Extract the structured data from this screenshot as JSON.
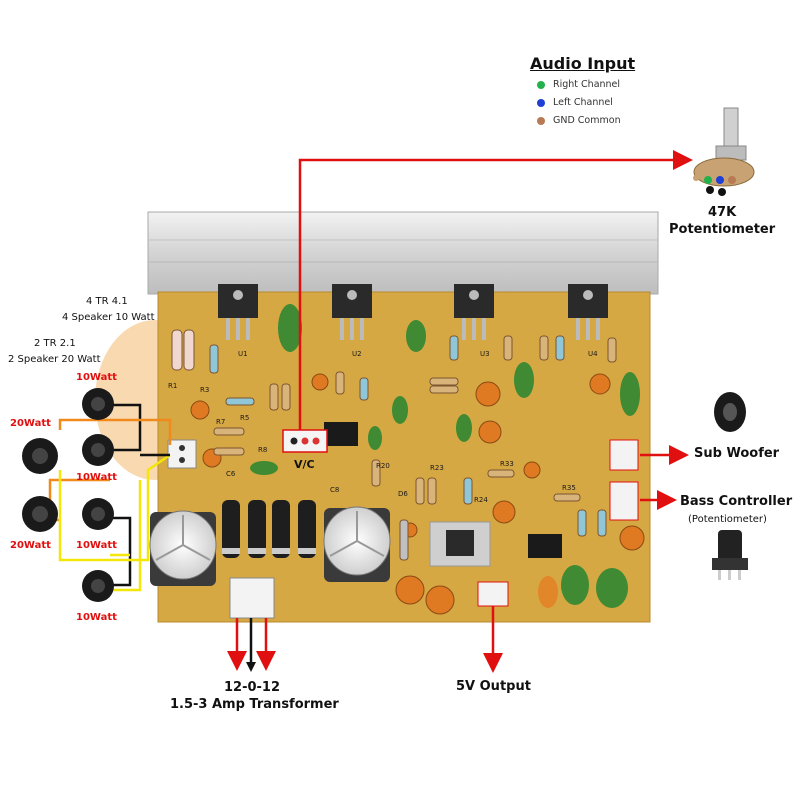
{
  "audio_input": {
    "title": "Audio Input",
    "items": [
      {
        "label": "Right Channel",
        "color": "#22b14c"
      },
      {
        "label": "Left Channel",
        "color": "#1f3fd6"
      },
      {
        "label": "GND Common",
        "color": "#b77a55"
      }
    ]
  },
  "potentiometer": {
    "value": "47K",
    "name": "Potentiometer"
  },
  "speaker_config": {
    "four_tr": "4 TR 4.1",
    "four_tr_desc": "4 Speaker 10 Watt",
    "two_tr": "2 TR 2.1",
    "two_tr_desc": "2 Speaker 20 Watt"
  },
  "speaker_watts": [
    "10Watt",
    "20Watt",
    "10Watt",
    "20Watt",
    "10Watt",
    "10Watt"
  ],
  "connectors": {
    "sub_woofer": "Sub Woofer",
    "bass_controller": "Bass Controller",
    "bass_controller_sub": "(Potentiometer)",
    "vc_label": "V/C",
    "output_5v": "5V Output",
    "transformer_voltage": "12-0-12",
    "transformer_rating": "1.5-3 Amp Transformer"
  },
  "colors": {
    "board": "#d6a844",
    "heatsink": "#d8d8d8",
    "arrow": "#e01010",
    "wire_orange": "#f08a1c",
    "wire_yellow": "#f5e60a",
    "wire_black": "#111111"
  }
}
